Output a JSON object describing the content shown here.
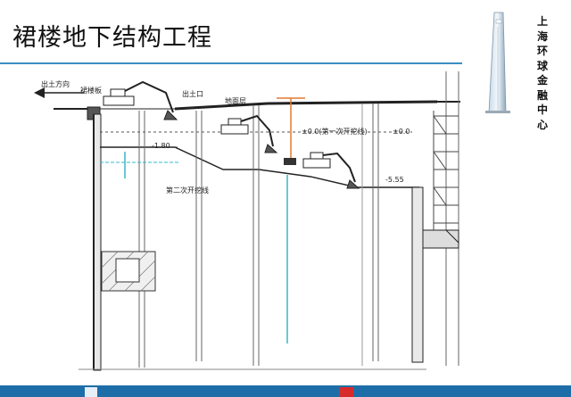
{
  "title": "裙楼地下结构工程",
  "brand": {
    "vertical_text": "上海环球金融中心",
    "tower_icon": "skyscraper-icon"
  },
  "labels": {
    "exit_direction": "出土方向",
    "podium_slab": "裙楼板",
    "exit_opening": "出土口",
    "ground_floor_slab": "地面层",
    "elev_first_excavation": "±0.0(第一次开挖线)",
    "elev_zero": "±0.0",
    "elev_minus_180": "-1.80",
    "second_excavation": "第二次开挖线",
    "elev_minus_555": "-5.55"
  },
  "icons": {
    "arrow": "left-arrow-icon",
    "excavator": "excavator-icon"
  },
  "colors": {
    "accent": "#3b8fc0",
    "footer": "#1d6ea8",
    "logo": "#d72b2b",
    "water_line": "#36b8c8",
    "vertical_marker": "#e07a30"
  }
}
